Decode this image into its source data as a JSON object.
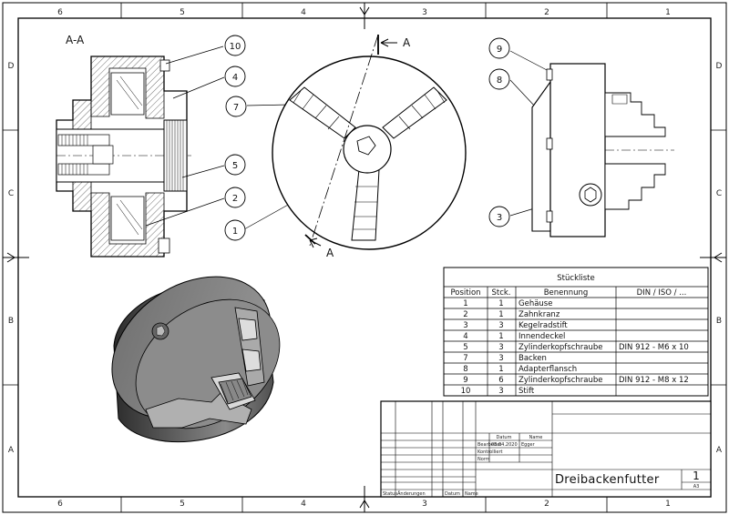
{
  "zones": {
    "columns": [
      "6",
      "5",
      "4",
      "3",
      "2",
      "1"
    ],
    "rows": [
      "D",
      "C",
      "B",
      "A"
    ]
  },
  "views": {
    "section_label": "A-A",
    "cut_label_top": "A",
    "cut_label_bottom": "A"
  },
  "balloons": [
    "10",
    "4",
    "7",
    "5",
    "2",
    "1",
    "9",
    "8",
    "3"
  ],
  "parts_list": {
    "title": "Stückliste",
    "headers": [
      "Position",
      "Stck.",
      "Benennung",
      "DIN / ISO / ..."
    ],
    "rows": [
      [
        "1",
        "1",
        "Gehäuse",
        ""
      ],
      [
        "2",
        "1",
        "Zahnkranz",
        ""
      ],
      [
        "3",
        "3",
        "Kegelradstift",
        ""
      ],
      [
        "4",
        "1",
        "Innendeckel",
        ""
      ],
      [
        "5",
        "3",
        "Zylinderkopfschraube",
        "DIN 912 - M6 x 10"
      ],
      [
        "7",
        "3",
        "Backen",
        ""
      ],
      [
        "8",
        "1",
        "Adapterflansch",
        ""
      ],
      [
        "9",
        "6",
        "Zylinderkopfschraube",
        "DIN 912 - M8 x 12"
      ],
      [
        "10",
        "3",
        "Stift",
        ""
      ]
    ]
  },
  "title_block": {
    "col_datum": "Datum",
    "col_name": "Name",
    "row_bearb": "Bearbeitet",
    "row_gepr": "Kontrolliert",
    "row_norm": "Norm",
    "bearb_date": "03.04.2020",
    "bearb_name": "Egger",
    "drawing_title": "Dreibackenfutter",
    "sheet_number": "1",
    "sheet_format": "A3",
    "rev_status": "Status",
    "rev_change": "Änderungen",
    "rev_date": "Datum",
    "rev_name": "Name"
  }
}
